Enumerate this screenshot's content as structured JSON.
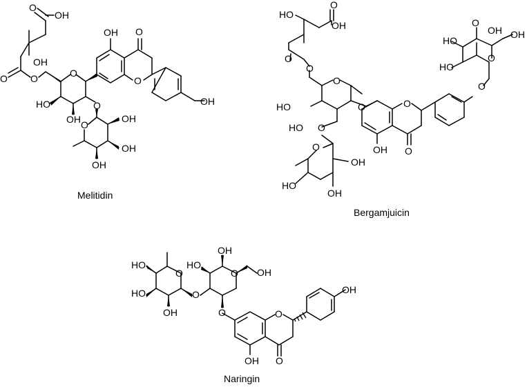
{
  "molecules": [
    {
      "name": "Melitidin",
      "labels": [
        "OH",
        "O",
        "OH",
        "O",
        "O",
        "O",
        "OH",
        "O",
        "O",
        "O",
        "OH",
        "HO",
        "OH",
        "O",
        "OH",
        "OH",
        "OH"
      ]
    },
    {
      "name": "Bergamjuicin",
      "labels": [
        "O",
        "HO",
        "OH",
        "O",
        "O",
        "O",
        "HO",
        "HO",
        "O",
        "HO",
        "OH",
        "O",
        "HO",
        "O",
        "O",
        "OH",
        "O",
        "O",
        "OH",
        "HO",
        "OH",
        "OH",
        "O"
      ]
    },
    {
      "name": "Naringin",
      "labels": [
        "OH",
        "HO",
        "OH",
        "HO",
        "O",
        "O",
        "HO",
        "O",
        "OH",
        "OH",
        "O",
        "O",
        "OH",
        "O"
      ]
    }
  ]
}
